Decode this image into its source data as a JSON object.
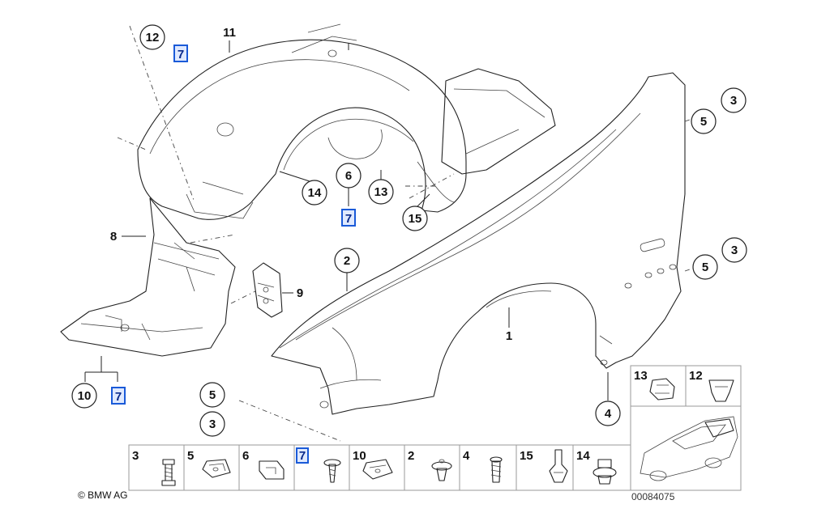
{
  "callouts": {
    "c12": "12",
    "c11": "11",
    "c6": "6",
    "c14": "14",
    "c13": "13",
    "c15": "15",
    "c8": "8",
    "c9": "9",
    "c2": "2",
    "c1": "1",
    "c10": "10",
    "c5_mid": "5",
    "c3_mid": "3",
    "c4": "4",
    "c5_top": "5",
    "c3_top": "3",
    "c5_side": "5",
    "c3_side": "3"
  },
  "highlight_label": "7",
  "highlight_color": "#1a5ad8",
  "parts_table": {
    "cells": [
      "3",
      "5",
      "6",
      "7",
      "10",
      "2",
      "4",
      "15",
      "14"
    ],
    "highlighted_index": 3,
    "small_cells": [
      "13",
      "12"
    ]
  },
  "footer": {
    "copyright": "© BMW AG",
    "code": "00084075"
  }
}
